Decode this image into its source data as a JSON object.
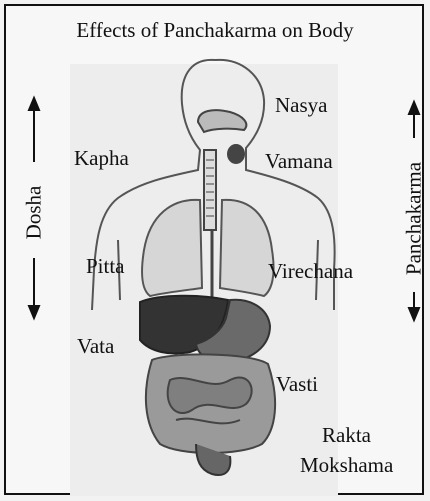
{
  "title": "Effects of Panchakarma on Body",
  "dosha": {
    "axis_label": "Dosha",
    "items": [
      "Kapha",
      "Pitta",
      "Vata"
    ]
  },
  "panchakarma": {
    "axis_label": "Panchakarma",
    "items": [
      "Nasya",
      "Vamana",
      "Virechana",
      "Vasti",
      "Rakta",
      "Mokshama"
    ]
  },
  "colors": {
    "organ_dark": "#333333",
    "outline": "#555555",
    "lung": "#d6d6d6",
    "intestine": "#9a9a9a"
  }
}
